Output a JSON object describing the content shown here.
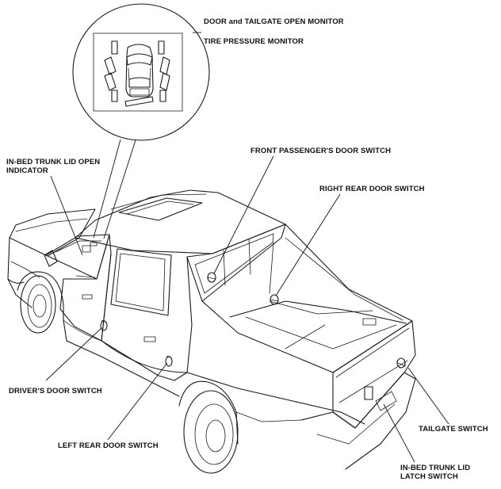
{
  "labels": {
    "door_tailgate_monitor": "DOOR and TAILGATE OPEN MONITOR",
    "tire_pressure_monitor": "TIRE PRESSURE MONITOR",
    "in_bed_trunk_lid_open_indicator_line1": "IN-BED TRUNK LID OPEN",
    "in_bed_trunk_lid_open_indicator_line2": "INDICATOR",
    "front_passenger_door_switch": "FRONT PASSENGER'S DOOR SWITCH",
    "right_rear_door_switch": "RIGHT REAR DOOR SWITCH",
    "drivers_door_switch": "DRIVER'S DOOR SWITCH",
    "left_rear_door_switch": "LEFT REAR DOOR SWITCH",
    "tailgate_switch": "TAILGATE SWITCH",
    "in_bed_trunk_lid_latch_switch_line1": "IN-BED TRUNK LID",
    "in_bed_trunk_lid_latch_switch_line2": "LATCH SWITCH"
  },
  "colors": {
    "line": "#1a1a1a",
    "background": "#ffffff"
  }
}
